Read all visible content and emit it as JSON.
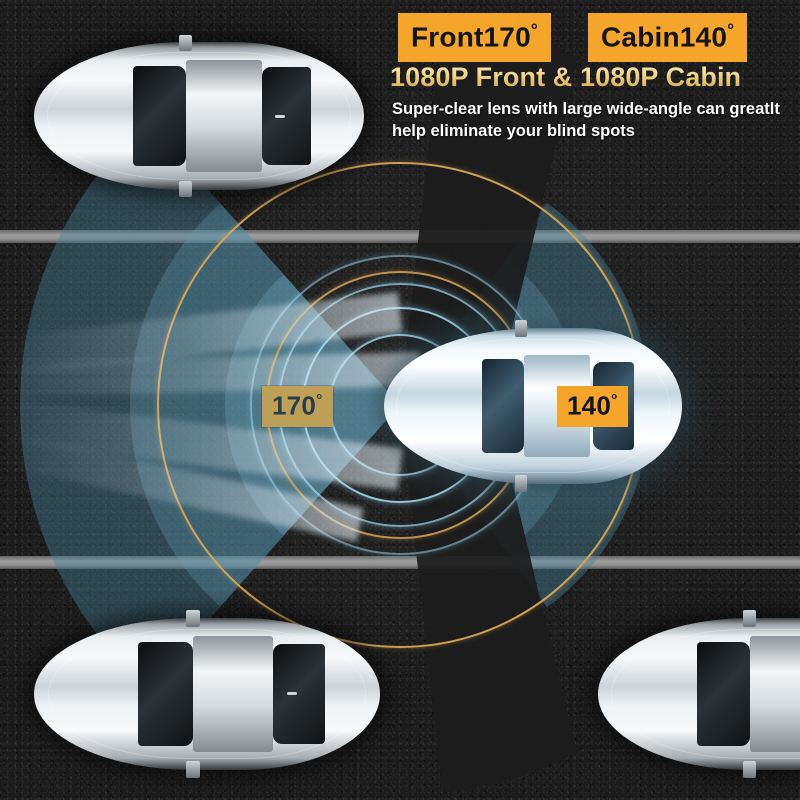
{
  "badges": {
    "front": {
      "label": "Front170",
      "degree": "°"
    },
    "cabin": {
      "label": "Cabin140",
      "degree": "°"
    }
  },
  "headline": "1080P Front & 1080P Cabin",
  "subline": "Super-clear lens with large wide-angle can greatlt help eliminate your blind spots",
  "angle_labels": {
    "front": {
      "value": "170",
      "degree": "°"
    },
    "cabin": {
      "value": "140",
      "degree": "°"
    }
  },
  "colors": {
    "accent_orange": "#F5A52A",
    "headline_gold": "#EFD38A",
    "fov_teal": "#5696AF",
    "ring_gold": "#D6A75A",
    "ring_cyan": "#A8E0F8",
    "road_dark": "#1C1C1C",
    "lane_gray": "#A9A9A9"
  },
  "scene": {
    "road_lanes": 3,
    "lane_line_top": "solid",
    "lane_line_bottom": "solid",
    "vehicles": [
      {
        "name": "car-top-left",
        "color": "silver",
        "heading": "left"
      },
      {
        "name": "car-hero",
        "color": "white",
        "heading": "left"
      },
      {
        "name": "car-bottom-left",
        "color": "white",
        "heading": "left"
      },
      {
        "name": "car-bottom-right",
        "color": "white",
        "heading": "left"
      }
    ],
    "fov": {
      "front_angle_deg": 170,
      "cabin_angle_deg": 140,
      "front_direction": "left",
      "cabin_direction": "right"
    }
  }
}
